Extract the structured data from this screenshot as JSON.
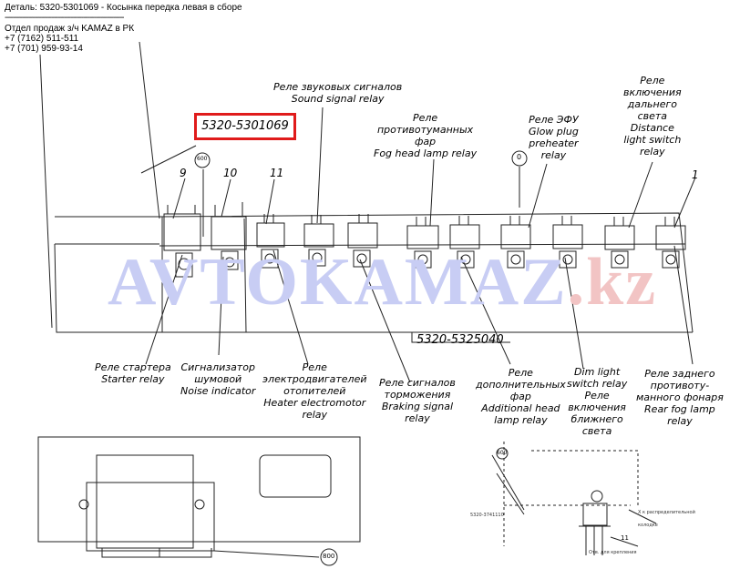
{
  "header": {
    "part_title": "Деталь: 5320-5301069 - Косынка передка левая в сборе",
    "separator": "--------------------------------------------------------",
    "sales_dept": "Отдел продаж з/ч KAMAZ в РК",
    "phone_1": "+7 (7162) 511-511",
    "phone_2": "+7 (701) 959-93-14"
  },
  "watermark": {
    "part1": "AVTOKAMAZ",
    "part2": ".kz"
  },
  "highlight_part": "5320-5301069",
  "assembly_part": "5320-5325040",
  "callouts": {
    "n9": "9",
    "n10": "10",
    "n11": "11",
    "n1": "1",
    "c600a": "600",
    "c0": "0",
    "c600b": "600",
    "c800": "800",
    "n11b": "11"
  },
  "labels": {
    "sound": [
      "Реле звуковых сигналов",
      "Sound signal relay"
    ],
    "foghead": [
      "Реле",
      "противотуманных",
      "фар",
      "Fog head lamp relay"
    ],
    "efu": [
      "Реле ЭФУ",
      "Glow plug",
      "preheater",
      "relay"
    ],
    "distance": [
      "Реле",
      "включения",
      "дальнего",
      "света",
      "Distance",
      "light switch",
      "relay"
    ],
    "starter": [
      "Реле стартера",
      "Starter relay"
    ],
    "noise": [
      "Сигнализатор",
      "шумовой",
      "Noise indicator"
    ],
    "heater": [
      "Реле",
      "электродвигателей",
      "отопителей",
      "Heater electromotor",
      "relay"
    ],
    "braking": [
      "Реле сигналов",
      "торможения",
      "Braking signal",
      "relay"
    ],
    "additional": [
      "Реле",
      "дополнительных",
      "фар",
      "Additional head",
      "lamp relay"
    ],
    "dim": [
      "Dim light",
      "switch relay",
      "Реле",
      "включения",
      "ближнего",
      "света"
    ],
    "rearfog": [
      "Реле заднего",
      "противоту-",
      "манного фонаря",
      "Rear fog lamp",
      "relay"
    ]
  }
}
